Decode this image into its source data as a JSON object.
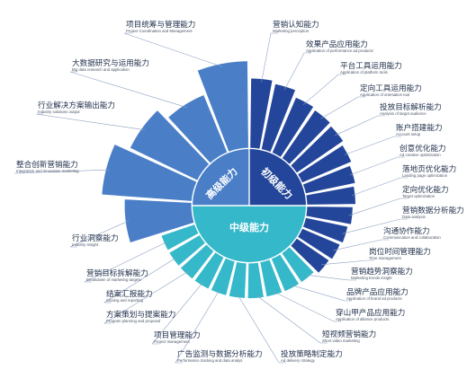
{
  "core": {
    "advanced": "高级能力",
    "junior": "初级能力",
    "intermediate": "中级能力"
  },
  "colors": {
    "advanced": "#4a7fc8",
    "junior": "#24469a",
    "intermediate": "#35b8c9",
    "advanced_center": "#4a7fc8",
    "junior_center": "#24469a",
    "intermediate_center": "#35b8c9"
  },
  "advanced": [
    {
      "cn": "行业洞察能力",
      "en": "Industry Insight",
      "level": 0.69
    },
    {
      "cn": "整合创新营销能力",
      "en": "Integration and innovation marketing",
      "level": 0.93
    },
    {
      "cn": "行业解决方案输出能力",
      "en": "Industry solutions output",
      "level": 0.77
    },
    {
      "cn": "大数据研究与运用能力",
      "en": "Big data research and application",
      "level": 0.64
    },
    {
      "cn": "项目统筹与管理能力",
      "en": "Project Coordination and Management",
      "level": 0.9
    }
  ],
  "junior": [
    {
      "cn": "营销认知能力",
      "en": "Marketing perception",
      "level": 0.72
    },
    {
      "cn": "效果产品应用能力",
      "en": "Application of performance ad products",
      "level": 0.69
    },
    {
      "cn": "平台工具运用能力",
      "en": "Application of platform tools",
      "level": 0.62
    },
    {
      "cn": "定向工具运用能力",
      "en": "Application of orientation tool",
      "level": 0.6
    },
    {
      "cn": "投放目标解析能力",
      "en": "Analysis of target audience",
      "level": 0.58
    },
    {
      "cn": "账户搭建能力",
      "en": "Account setup",
      "level": 0.55
    },
    {
      "cn": "创意优化能力",
      "en": "Ad creative optimization",
      "level": 0.52
    },
    {
      "cn": "落地页优化能力",
      "en": "Landing page optimization",
      "level": 0.5
    },
    {
      "cn": "定向优化能力",
      "en": "Target optimization",
      "level": 0.47
    },
    {
      "cn": "营销数据分析能力",
      "en": "Data analysis",
      "level": 0.44
    },
    {
      "cn": "沟通协作能力",
      "en": "Communication and collaboration",
      "level": 0.42
    },
    {
      "cn": "岗位时间管理能力",
      "en": "Time management",
      "level": 0.4
    }
  ],
  "intermediate": [
    {
      "cn": "营销趋势洞察能力",
      "en": "Marketing trends insight",
      "level": 0.36
    },
    {
      "cn": "品牌产品应用能力",
      "en": "Application of brand ad products",
      "level": 0.36
    },
    {
      "cn": "穿山甲产品应用能力",
      "en": "Application of alliance products",
      "level": 0.36
    },
    {
      "cn": "短视频营销能力",
      "en": "Short video marketing",
      "level": 0.36
    },
    {
      "cn": "投放策略制定能力",
      "en": "Ad delivery strategy",
      "level": 0.36
    },
    {
      "cn": "广告监测与数据分析能力",
      "en": "Performance tracking and data analys",
      "level": 0.36
    },
    {
      "cn": "项目管理能力",
      "en": "Project management",
      "level": 0.36
    },
    {
      "cn": "方案策划与提案能力",
      "en": "Program planning and proposal",
      "level": 0.36
    },
    {
      "cn": "结案汇报能力",
      "en": "Closing and reporting",
      "level": 0.36
    },
    {
      "cn": "营销目标拆解能力",
      "en": "Breakdown of marketing targets",
      "level": 0.36
    }
  ]
}
